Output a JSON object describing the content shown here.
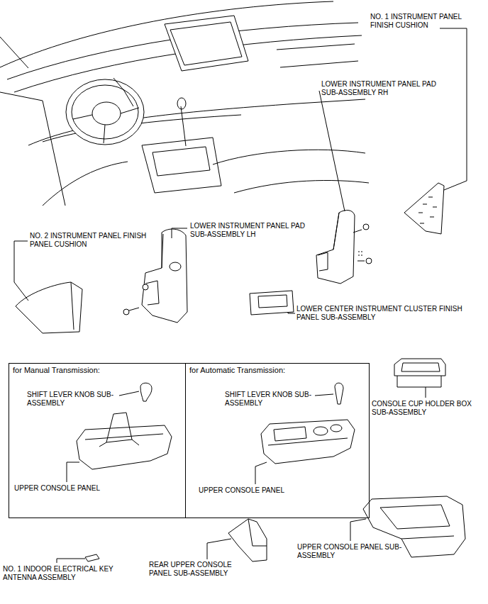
{
  "diagram": {
    "nodes": [
      {
        "text": [
          "for Manual Transmission:"
        ]
      },
      {
        "text": [
          "for Automatic Transmission:"
        ]
      }
    ],
    "labels": [
      "NO. 1 INSTRUMENT PANEL FINISH CUSHION",
      "LOWER INSTRUMENT PANEL PAD SUB-ASSEMBLY RH",
      "LOWER INSTRUMENT PANEL PAD SUB-ASSEMBLY LH",
      "NO. 2 INSTRUMENT PANEL FINISH PANEL CUSHION",
      "LOWER CENTER INSTRUMENT CLUSTER FINISH PANEL SUB-ASSEMBLY",
      "SHIFT LEVER KNOB SUB-ASSEMBLY",
      "UPPER CONSOLE PANEL",
      "SHIFT LEVER KNOB SUB-ASSEMBLY",
      "UPPER CONSOLE PANEL",
      "CONSOLE CUP HOLDER BOX SUB-ASSEMBLY",
      "UPPER CONSOLE PANEL SUB-ASSEMBLY",
      "NO. 1 INDOOR ELECTRICAL KEY ANTENNA ASSEMBLY",
      "REAR UPPER CONSOLE PANEL SUB-ASSEMBLY"
    ]
  }
}
